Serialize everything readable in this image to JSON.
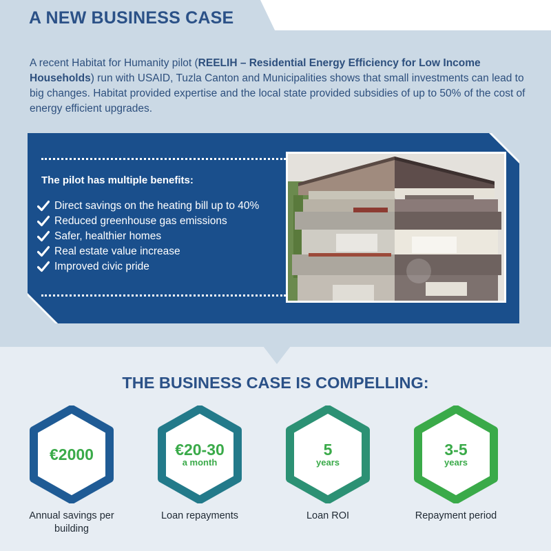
{
  "header": {
    "title": "A NEW BUSINESS CASE"
  },
  "intro": {
    "part1": "A recent Habitat for Humanity pilot (",
    "bold": "REELIH – Residential Energy Efficiency for Low Income Households",
    "part2": ") run with USAID, Tuzla Canton and Municipalities shows that small investments can lead to big changes. Habitat provided expertise and the local state provided subsidies of up to 50% of the cost of energy efficient upgrades."
  },
  "benefits": {
    "heading": "The pilot has multiple benefits:",
    "items": [
      "Direct savings on the heating bill up to 40%",
      "Reduced greenhouse gas emissions",
      "Safer, healthier homes",
      "Real estate value increase",
      "Improved civic pride"
    ]
  },
  "business_case": {
    "title": "THE BUSINESS CASE IS COMPELLING:",
    "metrics": [
      {
        "value": "€2000",
        "unit": "",
        "caption": "Annual savings per building",
        "color": "#1f5b95",
        "text_color": "#3aaa49"
      },
      {
        "value": "€20-30",
        "unit": "a month",
        "caption": "Loan repayments",
        "color": "#237a8a",
        "text_color": "#3aaa49"
      },
      {
        "value": "5",
        "unit": "years",
        "caption": "Loan ROI",
        "color": "#2c9174",
        "text_color": "#3aaa49"
      },
      {
        "value": "3-5",
        "unit": "years",
        "caption": "Repayment period",
        "color": "#3aaa49",
        "text_color": "#3aaa49"
      }
    ]
  },
  "colors": {
    "title_blue": "#2b5187",
    "panel_blue": "#1a4f8c",
    "top_bg": "#cbd9e5",
    "bottom_bg": "#e7edf3"
  },
  "icons": {
    "benefit_bullet": "check-icon",
    "panel_corner": "folded-corner-icon"
  }
}
